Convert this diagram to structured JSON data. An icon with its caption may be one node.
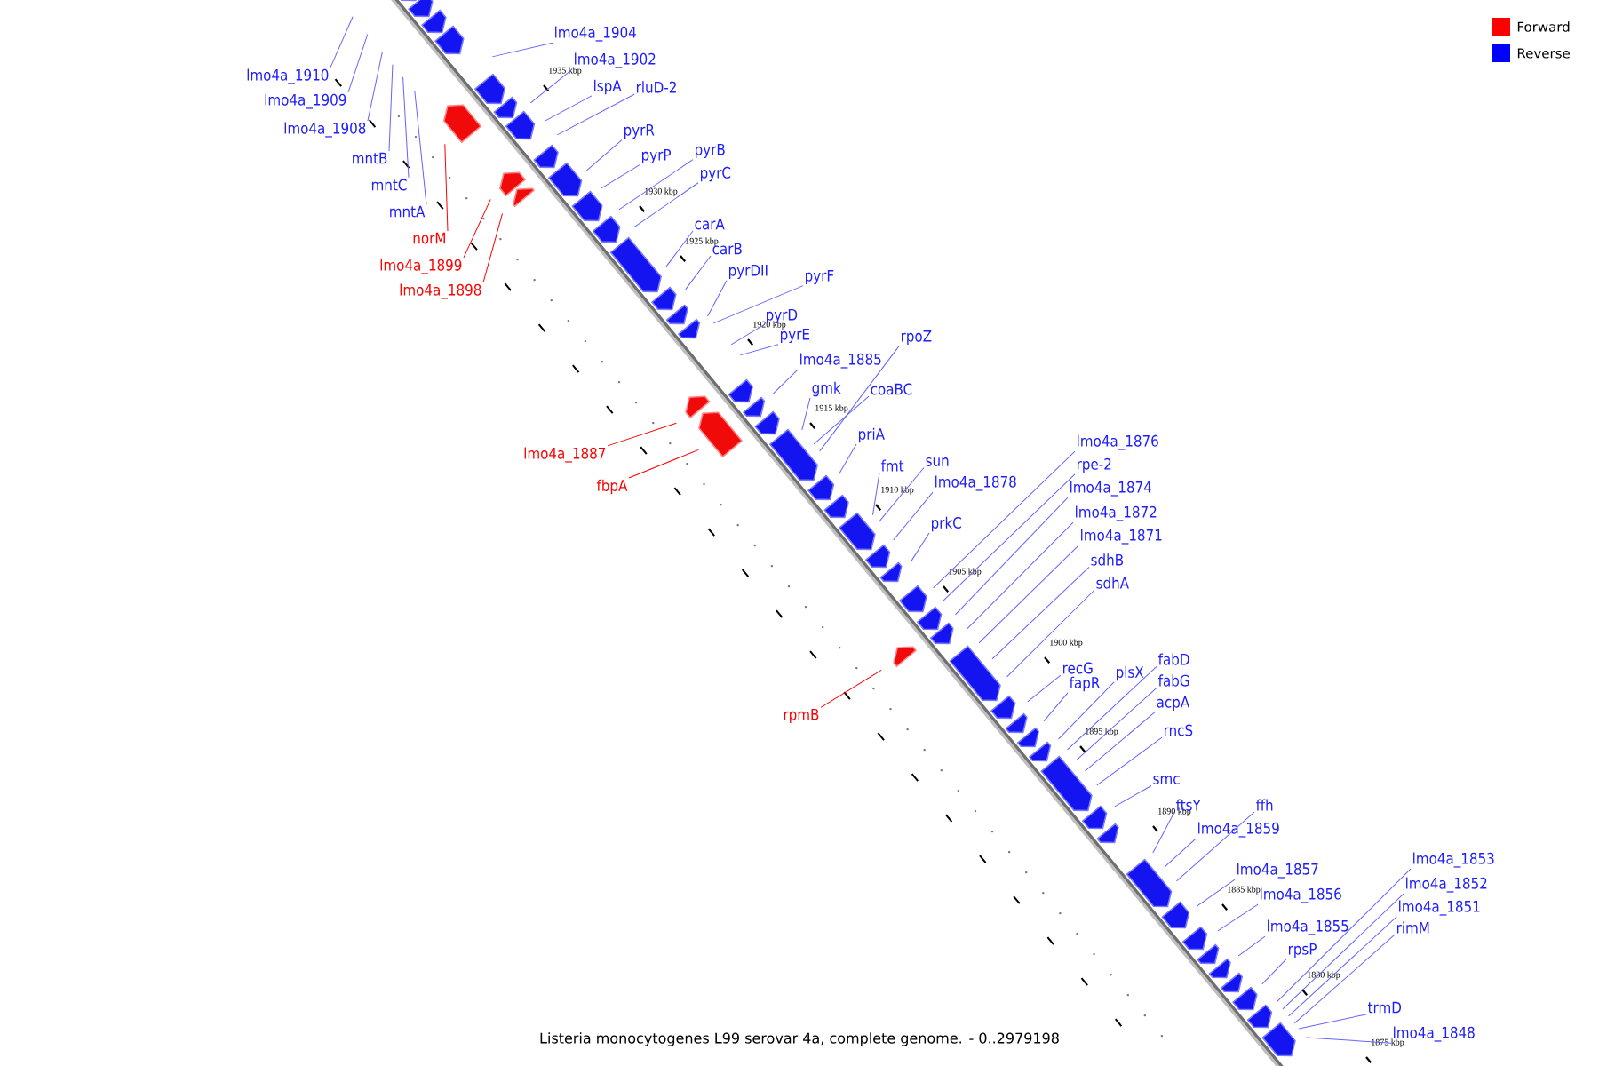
{
  "diagram": {
    "caption": "Listeria monocytogenes L99 serovar 4a, complete genome. - 0..2979198",
    "nodes": [
      {
        "text": [
          "lmo4a_1910"
        ]
      },
      {
        "text": [
          "lmo4a_1909"
        ]
      },
      {
        "text": [
          "lmo4a_1908"
        ]
      },
      {
        "text": [
          "mntB"
        ]
      },
      {
        "text": [
          "mntC"
        ]
      },
      {
        "text": [
          "mntA"
        ]
      },
      {
        "text": [
          "norM"
        ]
      },
      {
        "text": [
          "lmo4a_1899"
        ]
      },
      {
        "text": [
          "lmo4a_1898"
        ]
      },
      {
        "text": [
          "lmo4a_1904"
        ]
      },
      {
        "text": [
          "lmo4a_1902"
        ]
      },
      {
        "text": [
          "lspA"
        ]
      },
      {
        "text": [
          "rluD-2"
        ]
      },
      {
        "text": [
          "pyrR"
        ]
      },
      {
        "text": [
          "pyrP"
        ]
      },
      {
        "text": [
          "pyrB"
        ]
      },
      {
        "text": [
          "pyrC"
        ]
      },
      {
        "text": [
          "carA"
        ]
      },
      {
        "text": [
          "carB"
        ]
      },
      {
        "text": [
          "pyrDII"
        ]
      },
      {
        "text": [
          "pyrF"
        ]
      },
      {
        "text": [
          "pyrD"
        ]
      },
      {
        "text": [
          "pyrE"
        ]
      },
      {
        "text": [
          "rpoZ"
        ]
      },
      {
        "text": [
          "lmo4a_1885"
        ]
      },
      {
        "text": [
          "gmk"
        ]
      },
      {
        "text": [
          "coaBC"
        ]
      },
      {
        "text": [
          "lmo4a_1887"
        ]
      },
      {
        "text": [
          "fbpA"
        ]
      },
      {
        "text": [
          "priA"
        ]
      },
      {
        "text": [
          "lmo4a_1876"
        ]
      },
      {
        "text": [
          "sun"
        ]
      },
      {
        "text": [
          "fmt"
        ]
      },
      {
        "text": [
          "rpe-2"
        ]
      },
      {
        "text": [
          "lmo4a_1878"
        ]
      },
      {
        "text": [
          "lmo4a_1874"
        ]
      },
      {
        "text": [
          "lmo4a_1872"
        ]
      },
      {
        "text": [
          "prkC"
        ]
      },
      {
        "text": [
          "lmo4a_1871"
        ]
      },
      {
        "text": [
          "sdhB"
        ]
      },
      {
        "text": [
          "sdhA"
        ]
      },
      {
        "text": [
          "recG"
        ]
      },
      {
        "text": [
          "fabD"
        ]
      },
      {
        "text": [
          "plsX"
        ]
      },
      {
        "text": [
          "fapR"
        ]
      },
      {
        "text": [
          "fabG"
        ]
      },
      {
        "text": [
          "acpA"
        ]
      },
      {
        "text": [
          "rpmB"
        ]
      },
      {
        "text": [
          "rncS"
        ]
      },
      {
        "text": [
          "smc"
        ]
      },
      {
        "text": [
          "ftsY"
        ]
      },
      {
        "text": [
          "ffh"
        ]
      },
      {
        "text": [
          "lmo4a_1859"
        ]
      },
      {
        "text": [
          "lmo4a_1853"
        ]
      },
      {
        "text": [
          "lmo4a_1857"
        ]
      },
      {
        "text": [
          "lmo4a_1852"
        ]
      },
      {
        "text": [
          "lmo4a_1856"
        ]
      },
      {
        "text": [
          "lmo4a_1851"
        ]
      },
      {
        "text": [
          "lmo4a_1855"
        ]
      },
      {
        "text": [
          "rimM"
        ]
      },
      {
        "text": [
          "rpsP"
        ]
      },
      {
        "text": [
          "trmD"
        ]
      },
      {
        "text": [
          "lmo4a_1848"
        ]
      }
    ],
    "edges": [
      {
        "from": 0,
        "to": null,
        "arrow": "none"
      },
      {
        "from": 1,
        "to": null,
        "arrow": "none"
      },
      {
        "from": 2,
        "to": null,
        "arrow": "none"
      },
      {
        "from": 3,
        "to": null,
        "arrow": "none"
      },
      {
        "from": 4,
        "to": null,
        "arrow": "none"
      },
      {
        "from": 5,
        "to": null,
        "arrow": "none"
      },
      {
        "from": 6,
        "to": null,
        "arrow": "none",
        "color": "#ff0000"
      },
      {
        "from": 7,
        "to": null,
        "arrow": "none",
        "color": "#ff0000"
      },
      {
        "from": 8,
        "to": null,
        "arrow": "none",
        "color": "#ff0000"
      },
      {
        "from": 9,
        "to": null,
        "arrow": "none"
      },
      {
        "from": 10,
        "to": null,
        "arrow": "none"
      },
      {
        "from": 11,
        "to": null,
        "arrow": "none"
      },
      {
        "from": 12,
        "to": null,
        "arrow": "none"
      },
      {
        "from": 13,
        "to": null,
        "arrow": "none"
      },
      {
        "from": 14,
        "to": null,
        "arrow": "none"
      },
      {
        "from": 15,
        "to": null,
        "arrow": "none"
      },
      {
        "from": 16,
        "to": null,
        "arrow": "none"
      },
      {
        "from": 17,
        "to": null,
        "arrow": "none"
      },
      {
        "from": 18,
        "to": null,
        "arrow": "none"
      },
      {
        "from": 19,
        "to": null,
        "arrow": "none"
      },
      {
        "from": 20,
        "to": null,
        "arrow": "none"
      },
      {
        "from": 21,
        "to": null,
        "arrow": "none"
      },
      {
        "from": 22,
        "to": null,
        "arrow": "none"
      },
      {
        "from": 23,
        "to": null,
        "arrow": "none"
      },
      {
        "from": 24,
        "to": null,
        "arrow": "none"
      },
      {
        "from": 25,
        "to": null,
        "arrow": "none"
      },
      {
        "from": 26,
        "to": null,
        "arrow": "none"
      },
      {
        "from": 27,
        "to": null,
        "arrow": "none",
        "color": "#ff0000"
      },
      {
        "from": 28,
        "to": null,
        "arrow": "none",
        "color": "#ff0000"
      },
      {
        "from": 29,
        "to": null,
        "arrow": "none"
      },
      {
        "from": 30,
        "to": null,
        "arrow": "none"
      },
      {
        "from": 31,
        "to": null,
        "arrow": "none"
      },
      {
        "from": 32,
        "to": null,
        "arrow": "none"
      },
      {
        "from": 33,
        "to": null,
        "arrow": "none"
      },
      {
        "from": 34,
        "to": null,
        "arrow": "none"
      },
      {
        "from": 35,
        "to": null,
        "arrow": "none"
      },
      {
        "from": 36,
        "to": null,
        "arrow": "none"
      },
      {
        "from": 37,
        "to": null,
        "arrow": "none"
      },
      {
        "from": 38,
        "to": null,
        "arrow": "none"
      },
      {
        "from": 39,
        "to": null,
        "arrow": "none"
      },
      {
        "from": 40,
        "to": null,
        "arrow": "none"
      },
      {
        "from": 41,
        "to": null,
        "arrow": "none"
      },
      {
        "from": 42,
        "to": null,
        "arrow": "none"
      },
      {
        "from": 43,
        "to": null,
        "arrow": "none"
      },
      {
        "from": 44,
        "to": null,
        "arrow": "none"
      },
      {
        "from": 45,
        "to": null,
        "arrow": "none"
      },
      {
        "from": 46,
        "to": null,
        "arrow": "none"
      },
      {
        "from": 47,
        "to": null,
        "arrow": "none",
        "color": "#ff0000"
      },
      {
        "from": 48,
        "to": null,
        "arrow": "none"
      },
      {
        "from": 49,
        "to": null,
        "arrow": "none"
      },
      {
        "from": 50,
        "to": null,
        "arrow": "none"
      },
      {
        "from": 51,
        "to": null,
        "arrow": "none"
      },
      {
        "from": 52,
        "to": null,
        "arrow": "none"
      },
      {
        "from": 53,
        "to": null,
        "arrow": "none"
      },
      {
        "from": 54,
        "to": null,
        "arrow": "none"
      },
      {
        "from": 55,
        "to": null,
        "arrow": "none"
      },
      {
        "from": 56,
        "to": null,
        "arrow": "none"
      },
      {
        "from": 57,
        "to": null,
        "arrow": "none"
      },
      {
        "from": 58,
        "to": null,
        "arrow": "none"
      },
      {
        "from": 59,
        "to": null,
        "arrow": "none"
      },
      {
        "from": 60,
        "to": null,
        "arrow": "none"
      },
      {
        "from": 61,
        "to": null,
        "arrow": "none"
      },
      {
        "from": 62,
        "to": null,
        "arrow": "none"
      }
    ],
    "labels": [
      "1935 kbp",
      "1930 kbp",
      "1925 kbp",
      "1920 kbp",
      "1915 kbp",
      "1910 kbp",
      "1905 kbp",
      "1900 kbp",
      "1895 kbp",
      "1890 kbp",
      "1885 kbp",
      "1880 kbp",
      "1875 kbp"
    ],
    "legend": [
      {
        "text": "Forward",
        "color": "#ff0000"
      },
      {
        "text": "Reverse",
        "color": "#0000ff"
      }
    ]
  }
}
